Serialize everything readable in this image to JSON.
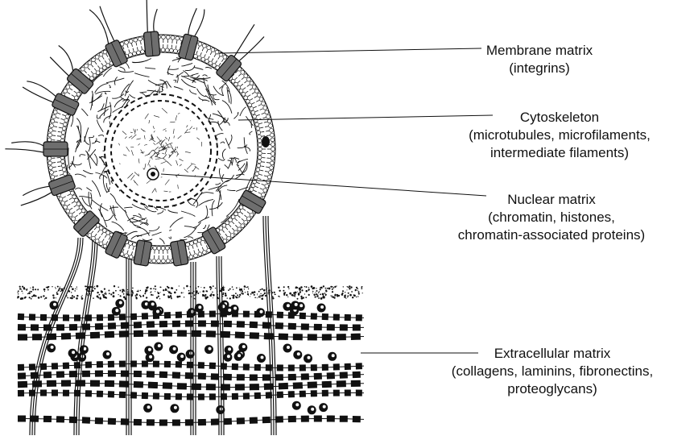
{
  "labels": {
    "membrane": {
      "name": "Membrane matrix",
      "detail": "(integrins)"
    },
    "cytoskeleton": {
      "name": "Cytoskeleton",
      "detail_1": "(microtubules, microfilaments,",
      "detail_2": "intermediate filaments)"
    },
    "nuclear": {
      "name": "Nuclear matrix",
      "detail_1": "(chromatin, histones,",
      "detail_2": "chromatin-associated proteins)"
    },
    "extracellular": {
      "name": "Extracellular matrix",
      "detail_1": "(collagens, laminins, fibronectins,",
      "detail_2": "proteoglycans)"
    }
  },
  "colors": {
    "ink": "#111111",
    "integrin": "#6e6e6e",
    "paper": "#ffffff"
  }
}
